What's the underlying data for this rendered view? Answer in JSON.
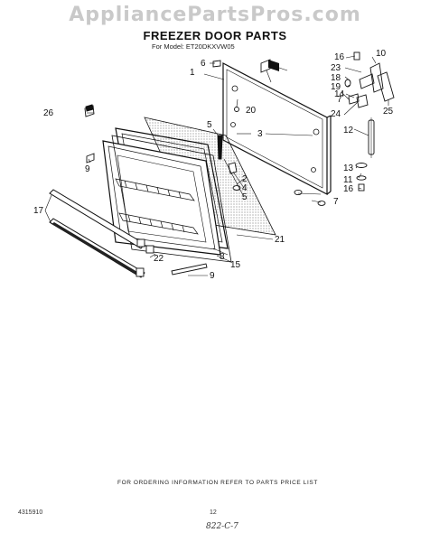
{
  "watermark": "AppliancePartsPros.com",
  "title": "FREEZER DOOR PARTS",
  "model_line": "For Model: ET20DKXVW05",
  "footer_note": "FOR ORDERING INFORMATION REFER TO PARTS PRICE LIST",
  "doc_number": "4315910",
  "page_number": "12",
  "handwritten_note": "822-C-7",
  "callouts": {
    "c1": "1",
    "c2": "2",
    "c3": "3",
    "c4": "4",
    "c5a": "5",
    "c5b": "5",
    "c6": "6",
    "c7a": "7",
    "c7b": "7",
    "c8": "8",
    "c9a": "9",
    "c9b": "9",
    "c10": "10",
    "c11": "11",
    "c12": "12",
    "c13": "13",
    "c14": "14",
    "c15": "15",
    "c16a": "16",
    "c16b": "16",
    "c17": "17",
    "c18": "18",
    "c19": "19",
    "c20": "20",
    "c21": "21",
    "c22": "22",
    "c23": "23",
    "c24": "24",
    "c25": "25",
    "c26": "26"
  }
}
